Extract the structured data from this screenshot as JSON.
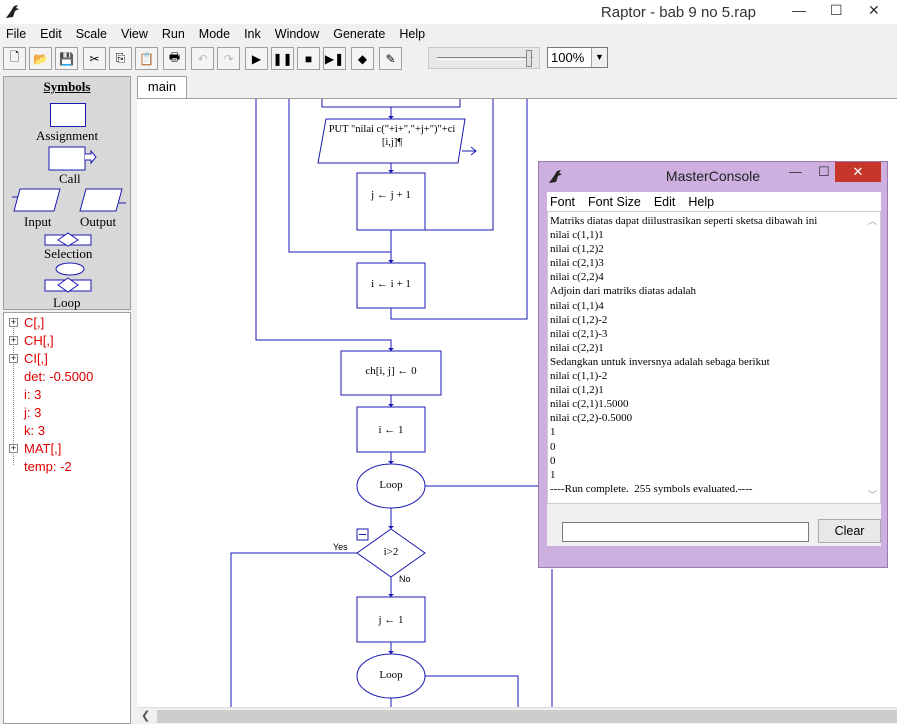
{
  "window": {
    "title": "Raptor - bab 9 no 5.rap"
  },
  "menu": [
    "File",
    "Edit",
    "Scale",
    "View",
    "Run",
    "Mode",
    "Ink",
    "Window",
    "Generate",
    "Help"
  ],
  "toolbar": {
    "zoom_value": "100%"
  },
  "symbols": {
    "header": "Symbols",
    "assignment": "Assignment",
    "call": "Call",
    "input": "Input",
    "output": "Output",
    "selection": "Selection",
    "loop": "Loop"
  },
  "variables": [
    {
      "label": "C[,]",
      "expandable": true
    },
    {
      "label": "CH[,]",
      "expandable": true
    },
    {
      "label": "CI[,]",
      "expandable": true
    },
    {
      "label": "det: -0.5000",
      "expandable": false
    },
    {
      "label": "i: 3",
      "expandable": false
    },
    {
      "label": "j: 3",
      "expandable": false
    },
    {
      "label": "k: 3",
      "expandable": false
    },
    {
      "label": "MAT[,]",
      "expandable": true
    },
    {
      "label": "temp: -2",
      "expandable": false
    }
  ],
  "tab": {
    "label": "main"
  },
  "flowchart": {
    "put_text_1": "PUT \"nilai c(\"+i+\",\"+j+\")\"+ci",
    "put_text_2": "[i,j]¶",
    "j_inc": "j ← j + 1",
    "i_inc": "i ← i + 1",
    "ch_assign": "ch[i, j] ← 0",
    "i_assign": "i ← 1",
    "loop1": "Loop",
    "cond": "i>2",
    "yes": "Yes",
    "no": "No",
    "j_assign": "j ← 1",
    "loop2": "Loop"
  },
  "console": {
    "title": "MasterConsole",
    "menu": [
      "Font",
      "Font Size",
      "Edit",
      "Help"
    ],
    "lines": [
      "Matriks diatas dapat diilustrasikan seperti sketsa dibawah ini",
      "nilai c(1,1)1",
      "nilai c(1,2)2",
      "nilai c(2,1)3",
      "nilai c(2,2)4",
      "Adjoin dari matriks diatas adalah",
      "nilai c(1,1)4",
      "nilai c(1,2)-2",
      "nilai c(2,1)-3",
      "nilai c(2,2)1",
      "Sedangkan untuk inversnya adalah sebaga berikut",
      "nilai c(1,1)-2",
      "nilai c(1,2)1",
      "nilai c(2,1)1.5000",
      "nilai c(2,2)-0.5000",
      "1",
      "0",
      "0",
      "1",
      "----Run complete.  255 symbols evaluated.----"
    ],
    "clear_label": "Clear"
  }
}
